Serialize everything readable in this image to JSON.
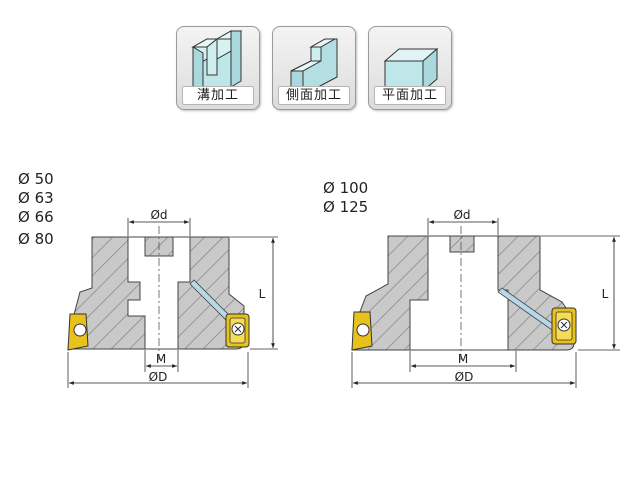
{
  "cards": [
    {
      "label": "溝加工",
      "icon": "slot-milling-icon"
    },
    {
      "label": "側面加工",
      "icon": "shoulder-milling-icon"
    },
    {
      "label": "平面加工",
      "icon": "face-milling-icon"
    }
  ],
  "left_tool": {
    "sizes": [
      "Ø 50",
      "Ø 63",
      "Ø 66",
      "Ø 80"
    ],
    "dims": {
      "bore": "Ød",
      "length": "L",
      "thread": "M",
      "outer": "ØD"
    }
  },
  "right_tool": {
    "sizes": [
      "Ø 100",
      "Ø 125"
    ],
    "dims": {
      "bore": "Ød",
      "length": "L",
      "thread": "M",
      "outer": "ØD"
    }
  },
  "colors": {
    "insert": "#e8c21a",
    "hatch": "#7d7d7d",
    "icon_fill": "#bfe6e8",
    "coolant": "#b8d8ea"
  }
}
